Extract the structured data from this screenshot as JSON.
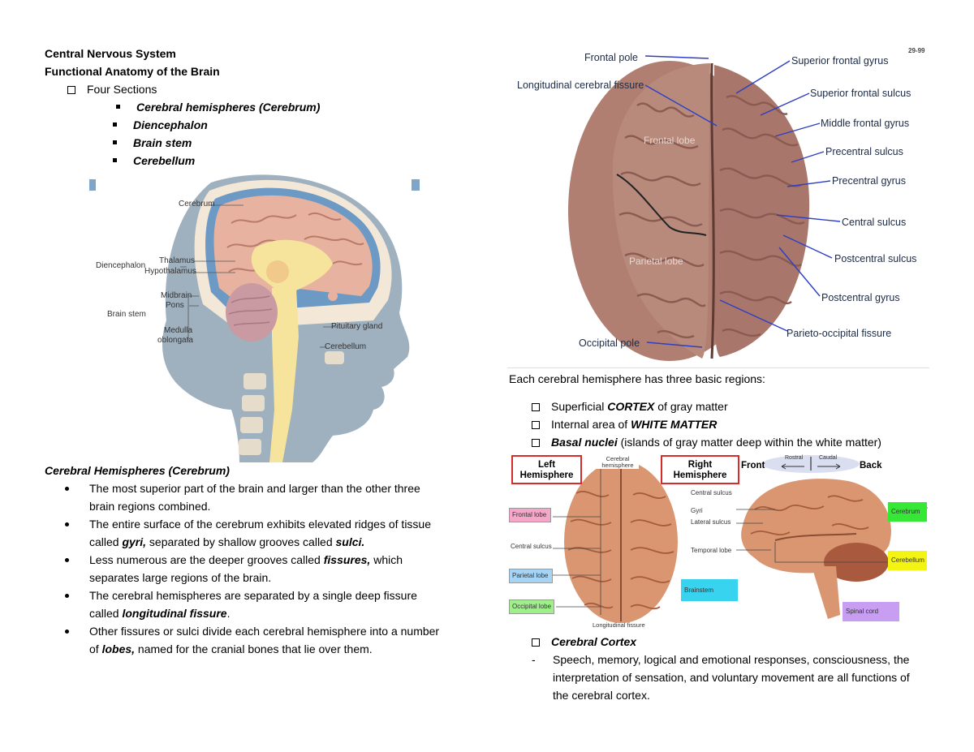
{
  "left": {
    "heading1": "Central Nervous System",
    "heading2": "Functional Anatomy of the Brain",
    "sections_label": "Four Sections",
    "sections": [
      "Cerebral hemispheres (Cerebrum)",
      "Diencephalon",
      "Brain stem",
      "Cerebellum"
    ],
    "figure_labels": {
      "cerebrum": "Cerebrum",
      "diencephalon": "Diencephalon",
      "thalamus": "Thalamus",
      "hypothalamus": "Hypothalamus",
      "brain_stem": "Brain stem",
      "midbrain": "Midbrain",
      "pons": "Pons",
      "medulla": "Medulla",
      "oblongata": "oblongata",
      "pituitary": "Pituitary gland",
      "cerebellum": "Cerebellum"
    },
    "cerebrum_heading": "Cerebral Hemispheres (Cerebrum)",
    "bullets": {
      "b1": "The most superior part of the brain and larger than the other three brain regions combined.",
      "b2_pre": "The entire surface of the cerebrum exhibits elevated ridges of tissue called ",
      "b2_em1": "gyri,",
      "b2_mid": " separated by shallow grooves called ",
      "b2_em2": "sulci.",
      "b3_pre": "Less numerous are the deeper grooves called ",
      "b3_em": "fissures,",
      "b3_post": " which separates large regions of the brain.",
      "b4_pre": "The cerebral hemispheres are separated by a single deep fissure called ",
      "b4_em": "longitudinal fissure",
      "b4_post": ".",
      "b5_pre": "Other fissures or sulci divide each cerebral hemisphere into a number of ",
      "b5_em": "lobes,",
      "b5_post": " named for the cranial bones that lie over them."
    }
  },
  "right": {
    "fig_code": "29-99",
    "top_figure_labels": {
      "frontal_pole": "Frontal pole",
      "long_fissure": "Longitudinal cerebral fissure",
      "frontal_lobe": "Frontal lobe",
      "parietal_lobe": "Parietal lobe",
      "occipital_pole": "Occipital pole",
      "sup_frontal_gyrus": "Superior frontal gyrus",
      "sup_frontal_sulcus": "Superior frontal sulcus",
      "mid_frontal_gyrus": "Middle frontal gyrus",
      "precentral_sulcus": "Precentral sulcus",
      "precentral_gyrus": "Precentral gyrus",
      "central_sulcus": "Central sulcus",
      "postcentral_sulcus": "Postcentral sulcus",
      "postcentral_gyrus": "Postcentral gyrus",
      "parieto_occipital": "Parieto-occipital fissure"
    },
    "regions_intro": "Each cerebral hemisphere has three basic regions:",
    "regions": {
      "r1_pre": "Superficial ",
      "r1_em": "CORTEX",
      "r1_post": " of gray matter",
      "r2_pre": "Internal area of ",
      "r2_em": "WHITE MATTER",
      "r3_em": "Basal nuclei",
      "r3_post": " (islands of gray matter deep within the white matter)"
    },
    "lower_figure_labels": {
      "left_hemisphere_1": "Left",
      "left_hemisphere_2": "Hemisphere",
      "right_hemisphere_1": "Right",
      "right_hemisphere_2": "Hemisphere",
      "cerebral_hemisphere": "Cerebral hemisphere",
      "front": "Front",
      "back": "Back",
      "rostral": "Rostral",
      "caudal": "Caudal",
      "frontal_lobe": "Frontal lobe",
      "central_sulcus": "Central sulcus",
      "parietal_lobe": "Parietal lobe",
      "occipital_lobe": "Occipital lobe",
      "longitudinal_fissure": "Longitudinal fissure",
      "central_sulcus_r": "Central sulcus",
      "gyri": "Gyri",
      "lateral_sulcus": "Lateral sulcus",
      "temporal_lobe": "Temporal lobe",
      "brainstem": "Brainstem",
      "cerebrum": "Cerebrum",
      "cerebellum": "Cerebellum",
      "spinal_cord": "Spinal cord"
    },
    "cortex_heading": "Cerebral Cortex",
    "cortex_dash": "-",
    "cortex_text": "Speech, memory, logical and emotional responses, consciousness, the interpretation of sensation, and voluntary movement are all functions of the cerebral cortex."
  }
}
